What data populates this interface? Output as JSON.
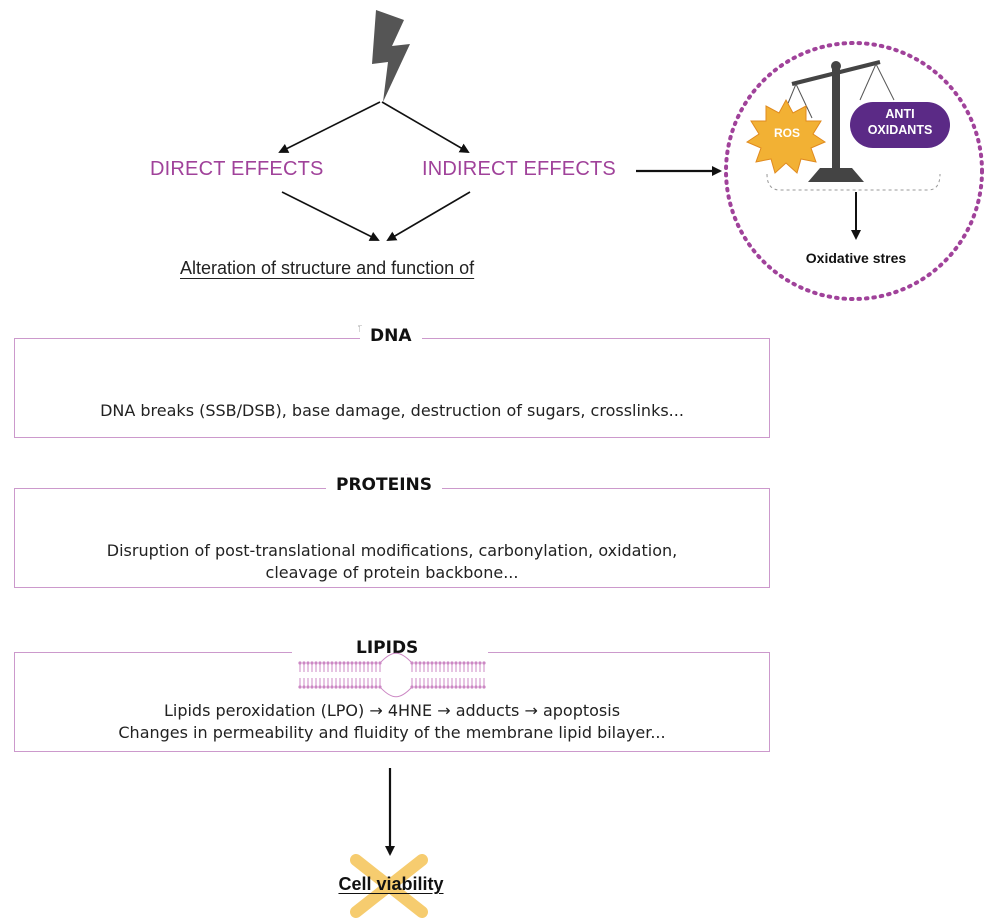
{
  "effects": {
    "direct": "DIRECT EFFECTS",
    "indirect": "INDIRECT EFFECTS"
  },
  "alteration_heading": "Alteration of structure and function of",
  "oxidative": {
    "ros_label": "ROS",
    "antioxidants_line1": "ANTI",
    "antioxidants_line2": "OXIDANTS",
    "result_label": "Oxidative stres"
  },
  "sections": {
    "dna": {
      "title": "DNA",
      "text": "DNA breaks (SSB/DSB), base damage, destruction of sugars, crosslinks..."
    },
    "proteins": {
      "title": "PROTEINS",
      "text_line1": "Disruption of post-translational modifications, carbonylation, oxidation,",
      "text_line2": "cleavage of protein backbone..."
    },
    "lipids": {
      "title": "LIPIDS",
      "text_line1": "Lipids peroxidation (LPO) → 4HNE → adducts → apoptosis",
      "text_line2": "Changes in permeability and fluidity of the membrane lipid bilayer..."
    }
  },
  "outcome": "Cell viability",
  "colors": {
    "effect_text": "#a0429a",
    "box_border": "#cc99cc",
    "antioxidant_fill": "#5b2a86",
    "ros_fill": "#f2b134",
    "cross": "#f6c760",
    "lightning": "#555555"
  }
}
